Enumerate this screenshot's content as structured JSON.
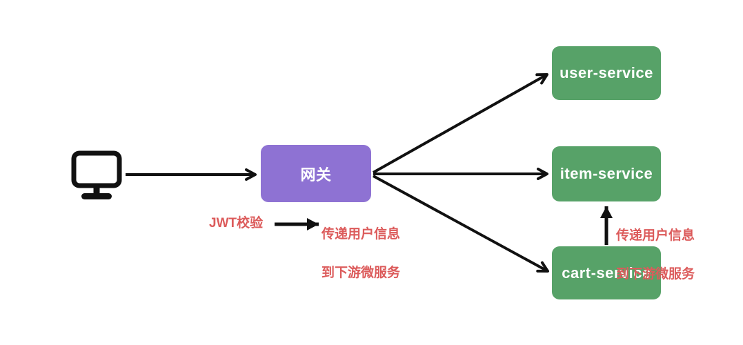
{
  "diagram": {
    "background": "#ffffff",
    "client": {
      "icon": "computer-monitor-icon"
    },
    "gateway": {
      "label": "网关",
      "color": "#8E72D3",
      "text_color": "#ffffff"
    },
    "services": [
      {
        "label": "user-service"
      },
      {
        "label": "item-service"
      },
      {
        "label": "cart-service"
      }
    ],
    "service_color": "#57A268",
    "service_text_color": "#ffffff",
    "arrow_color": "#111111",
    "annotation_color": "#DC5B5B",
    "annotations": {
      "jwt_label": "JWT校验",
      "gateway_note_line1": "传递用户信息",
      "gateway_note_line2": "到下游微服务",
      "cart_note_line1": "传递用户信息",
      "cart_note_line2": "到下游微服务"
    }
  }
}
